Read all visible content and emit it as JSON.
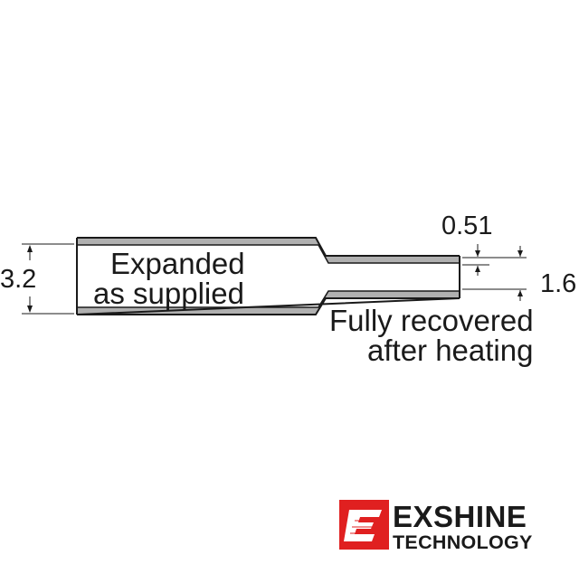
{
  "diagram": {
    "label_expanded_line1": "Expanded",
    "label_expanded_line2": "as supplied",
    "label_recovered_line1": "Fully recovered",
    "label_recovered_line2": "after heating",
    "dim_expanded_diameter": "3.2",
    "dim_wall_thickness": "0.51",
    "dim_recovered_diameter": "1.6"
  },
  "logo": {
    "brand_name": "EXSHINE",
    "brand_sub": "TECHNOLOGY",
    "accent_color": "#e02020",
    "icon": "exshine-logo-icon"
  },
  "colors": {
    "tube_wall": "#b0b0b0",
    "outline": "#1a1a1a"
  }
}
